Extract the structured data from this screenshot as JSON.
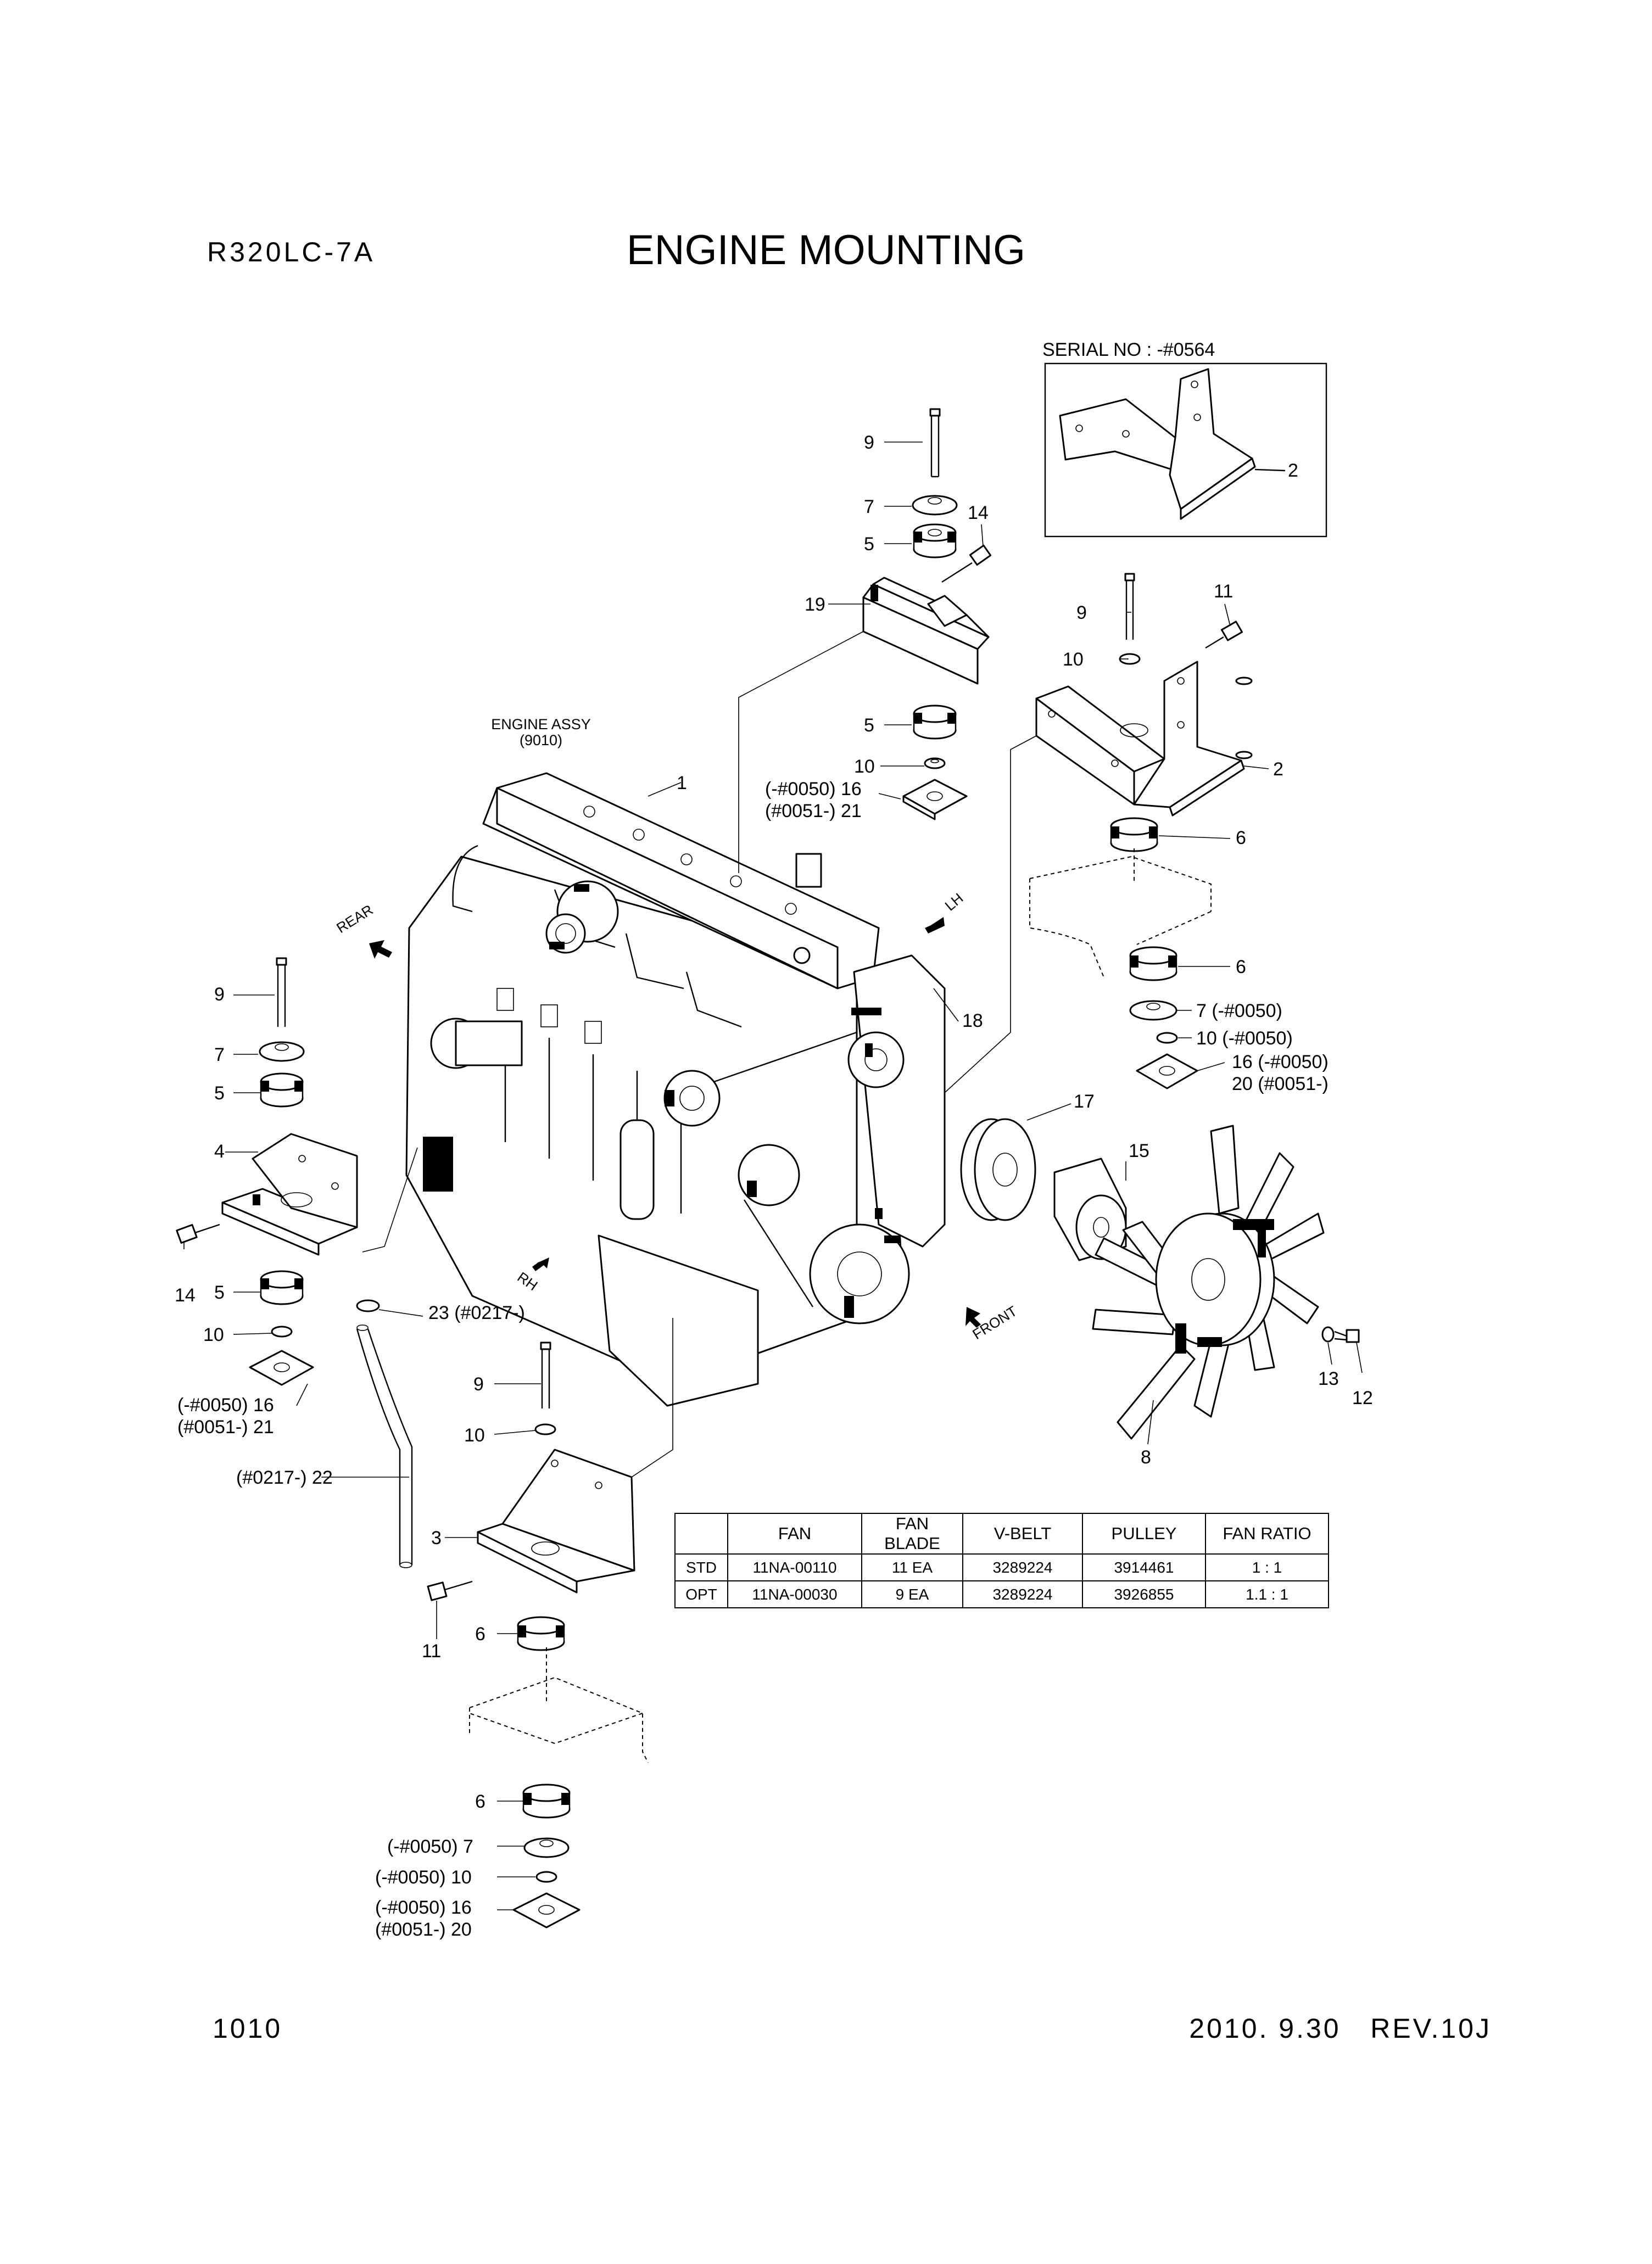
{
  "header": {
    "model": "R320LC-7A",
    "title": "ENGINE MOUNTING"
  },
  "inset": {
    "serial": "SERIAL NO : -#0564",
    "part": "2"
  },
  "engine": {
    "label": "ENGINE ASSY",
    "code": "(9010)"
  },
  "directions": {
    "rear": "REAR",
    "lh": "LH",
    "rh": "RH",
    "front": "FRONT"
  },
  "callouts": {
    "c1": "1",
    "c2": "2",
    "c3": "3",
    "c4": "4",
    "c5a": "5",
    "c5b": "5",
    "c5c": "5",
    "c6a": "6",
    "c6b": "6",
    "c6c": "6",
    "c6d": "6",
    "c7a": "7",
    "c7b": "7",
    "c7c": "7 (-#0050)",
    "c7d": "(-#0050) 7",
    "c8": "8",
    "c9a": "9",
    "c9b": "9",
    "c9c": "9",
    "c9d": "9",
    "c10a": "10",
    "c10b": "10",
    "c10c": "10",
    "c10d": "10",
    "c10e": "10 (-#0050)",
    "c10f": "(-#0050) 10",
    "c11a": "11",
    "c11b": "11",
    "c12": "12",
    "c13": "13",
    "c14a": "14",
    "c14b": "14",
    "c15": "15",
    "c16a": "(-#0050) 16",
    "c21a": "(#0051-) 21",
    "c16b": "(-#0050) 16",
    "c21b": "(#0051-) 21",
    "c16c": "16 (-#0050)",
    "c20a": "20 (#0051-)",
    "c16d": "(-#0050) 16",
    "c20b": "(#0051-) 20",
    "c17": "17",
    "c18": "18",
    "c19": "19",
    "c22": "(#0217-) 22",
    "c23": "23 (#0217-)"
  },
  "spec_table": {
    "headers": [
      "",
      "FAN",
      "FAN BLADE",
      "V-BELT",
      "PULLEY",
      "FAN RATIO"
    ],
    "rows": [
      [
        "STD",
        "11NA-00110",
        "11 EA",
        "3289224",
        "3914461",
        "1 : 1"
      ],
      [
        "OPT",
        "11NA-00030",
        "9 EA",
        "3289224",
        "3926855",
        "1.1 : 1"
      ]
    ]
  },
  "footer": {
    "page": "1010",
    "date": "2010. 9.30   REV.10J"
  }
}
